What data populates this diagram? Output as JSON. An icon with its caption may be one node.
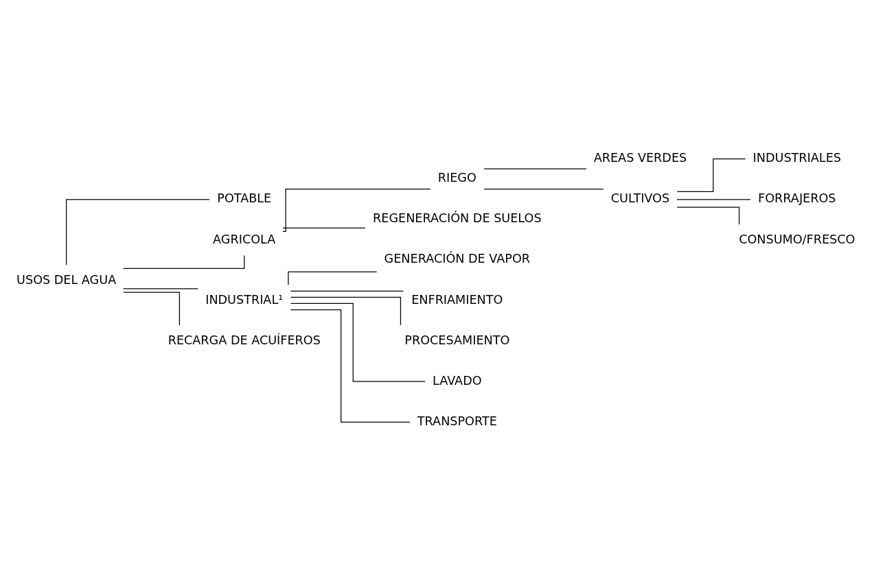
{
  "diagram": {
    "nodes": [
      {
        "text": [
          "USOS DEL AGUA"
        ]
      },
      {
        "text": [
          "POTABLE"
        ]
      },
      {
        "text": [
          "AGRICOLA"
        ]
      },
      {
        "text": [
          "RIEGO"
        ]
      },
      {
        "text": [
          "AREAS VERDES"
        ]
      },
      {
        "text": [
          "CULTIVOS"
        ]
      },
      {
        "text": [
          "INDUSTRIALES"
        ]
      },
      {
        "text": [
          "FORRAJEROS"
        ]
      },
      {
        "text": [
          "CONSUMO/FRESCO"
        ]
      },
      {
        "text": [
          "REGENERACIÓN DE SUELOS"
        ]
      },
      {
        "text": [
          "INDUSTRIAL¹"
        ]
      },
      {
        "text": [
          "GENERACIÓN DE VAPOR"
        ]
      },
      {
        "text": [
          "ENFRIAMIENTO"
        ]
      },
      {
        "text": [
          "PROCESAMIENTO"
        ]
      },
      {
        "text": [
          "LAVADO"
        ]
      },
      {
        "text": [
          "TRANSPORTE"
        ]
      },
      {
        "text": [
          "RECARGA DE ACUÍFEROS"
        ]
      }
    ],
    "edges": [
      {
        "from": 0,
        "to": 1,
        "arrow": "none"
      },
      {
        "from": 0,
        "to": 2,
        "arrow": "none"
      },
      {
        "from": 0,
        "to": 10,
        "arrow": "none"
      },
      {
        "from": 0,
        "to": 16,
        "arrow": "none"
      },
      {
        "from": 2,
        "to": 3,
        "arrow": "none"
      },
      {
        "from": 2,
        "to": 9,
        "arrow": "none"
      },
      {
        "from": 3,
        "to": 4,
        "arrow": "none"
      },
      {
        "from": 3,
        "to": 5,
        "arrow": "none"
      },
      {
        "from": 5,
        "to": 6,
        "arrow": "none"
      },
      {
        "from": 5,
        "to": 7,
        "arrow": "none"
      },
      {
        "from": 5,
        "to": 8,
        "arrow": "none"
      },
      {
        "from": 10,
        "to": 11,
        "arrow": "none"
      },
      {
        "from": 10,
        "to": 12,
        "arrow": "none"
      },
      {
        "from": 10,
        "to": 13,
        "arrow": "none"
      },
      {
        "from": 10,
        "to": 14,
        "arrow": "none"
      },
      {
        "from": 10,
        "to": 15,
        "arrow": "none"
      }
    ]
  }
}
